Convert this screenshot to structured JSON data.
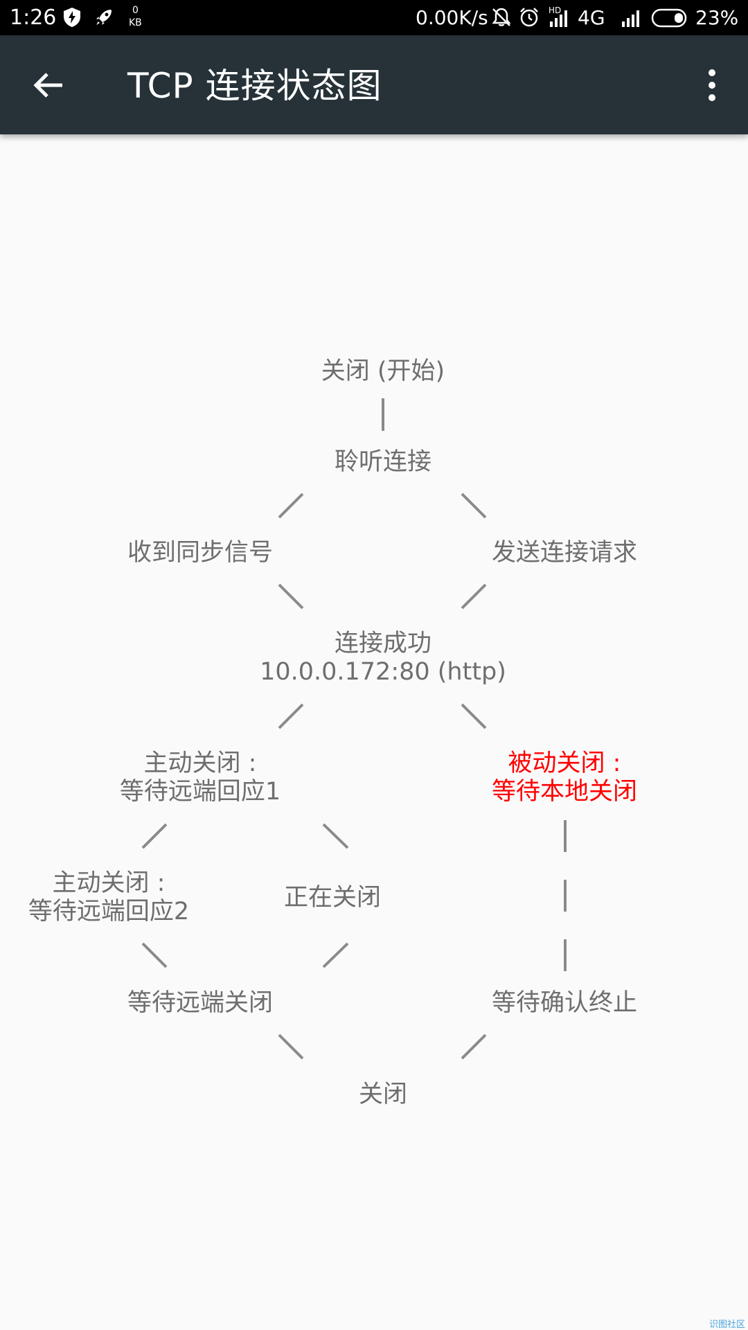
{
  "status_bar": {
    "time": "1:26",
    "kb_top": "0",
    "kb_bottom": "KB",
    "speed": "0.00K/s",
    "hd_label": "HD",
    "network": "4G",
    "battery": "23%",
    "icons": [
      "shield-bolt-icon",
      "rocket-icon",
      "mute-icon",
      "alarm-icon",
      "signal-icon",
      "signal-icon",
      "battery-icon"
    ]
  },
  "app_bar": {
    "title": "TCP 连接状态图",
    "icons": [
      "back-arrow-icon",
      "more-vert-icon"
    ]
  },
  "diagram": {
    "nodes": {
      "closed_start": "关闭 (开始)",
      "listen": "聆听连接",
      "syn_received": "收到同步信号",
      "syn_sent": "发送连接请求",
      "established_line1": "连接成功",
      "established_line2": "10.0.0.172:80 (http)",
      "fin_wait1_line1": "主动关闭 :",
      "fin_wait1_line2": "等待远端回应1",
      "close_wait_line1": "被动关闭 :",
      "close_wait_line2": "等待本地关闭",
      "fin_wait2_line1": "主动关闭 :",
      "fin_wait2_line2": "等待远端回应2",
      "closing": "正在关闭",
      "time_wait": "等待远端关闭",
      "last_ack": "等待确认终止",
      "closed_end": "关闭"
    },
    "active_state": "close_wait",
    "colors": {
      "normal_text": "#6e6e6e",
      "active_text": "#ff0000",
      "connector": "#8a8a8a"
    }
  },
  "colors": {
    "app_bar": "#263238",
    "status_bar": "#000000",
    "background": "#fafafa"
  },
  "watermark": "识图社区"
}
